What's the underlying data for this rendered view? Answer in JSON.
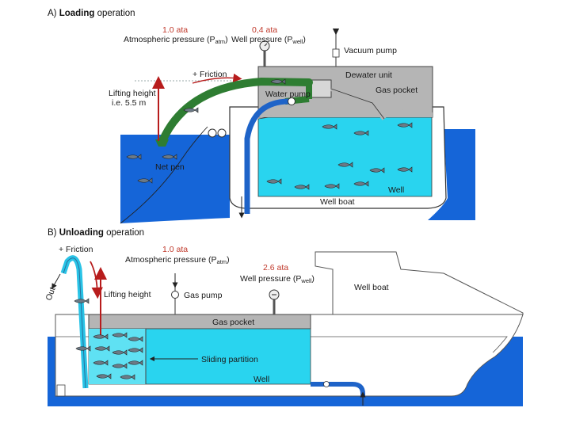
{
  "panel_a": {
    "letter": "A)",
    "title_bold": "Loading",
    "title_rest": " operation",
    "atm_value": "1.0 ata",
    "atm_label": "Atmospheric pressure (P",
    "atm_sub": "atm",
    "well_value": "0,4 ata",
    "well_label": "Well pressure (P",
    "well_sub": "well",
    "vacuum_pump": "Vacuum pump",
    "friction": "+ Friction",
    "lifting_line1": "Lifting height",
    "lifting_line2": "i.e. 5.5 m",
    "dewater_unit": "Dewater unit",
    "water_pump": "Water pump",
    "gas_pocket": "Gas pocket",
    "net_pen": "Net pen",
    "well": "Well",
    "well_boat": "Well boat"
  },
  "panel_b": {
    "letter": "B)",
    "title_bold": "Unloading",
    "title_rest": " operation",
    "friction": "+ Friction",
    "atm_value": "1.0 ata",
    "atm_label": "Atmospheric pressure (P",
    "atm_sub": "atm",
    "well_value": "2.6 ata",
    "well_label": "Well pressure (P",
    "well_sub": "well",
    "lifting_height": "Lifting height",
    "gas_pump": "Gas pump",
    "out": "Out",
    "well_boat": "Well boat",
    "gas_pocket": "Gas pocket",
    "sliding_partition": "Sliding partition",
    "well": "Well"
  },
  "colors": {
    "sea": "#1565d8",
    "well_water": "#29d4ef",
    "hull": "#ffffff",
    "gas": "#b5b5b5",
    "pipe_green": "#2e7d32",
    "pipe_blue": "#1e63c8",
    "arrow_red": "#b71c1c"
  }
}
